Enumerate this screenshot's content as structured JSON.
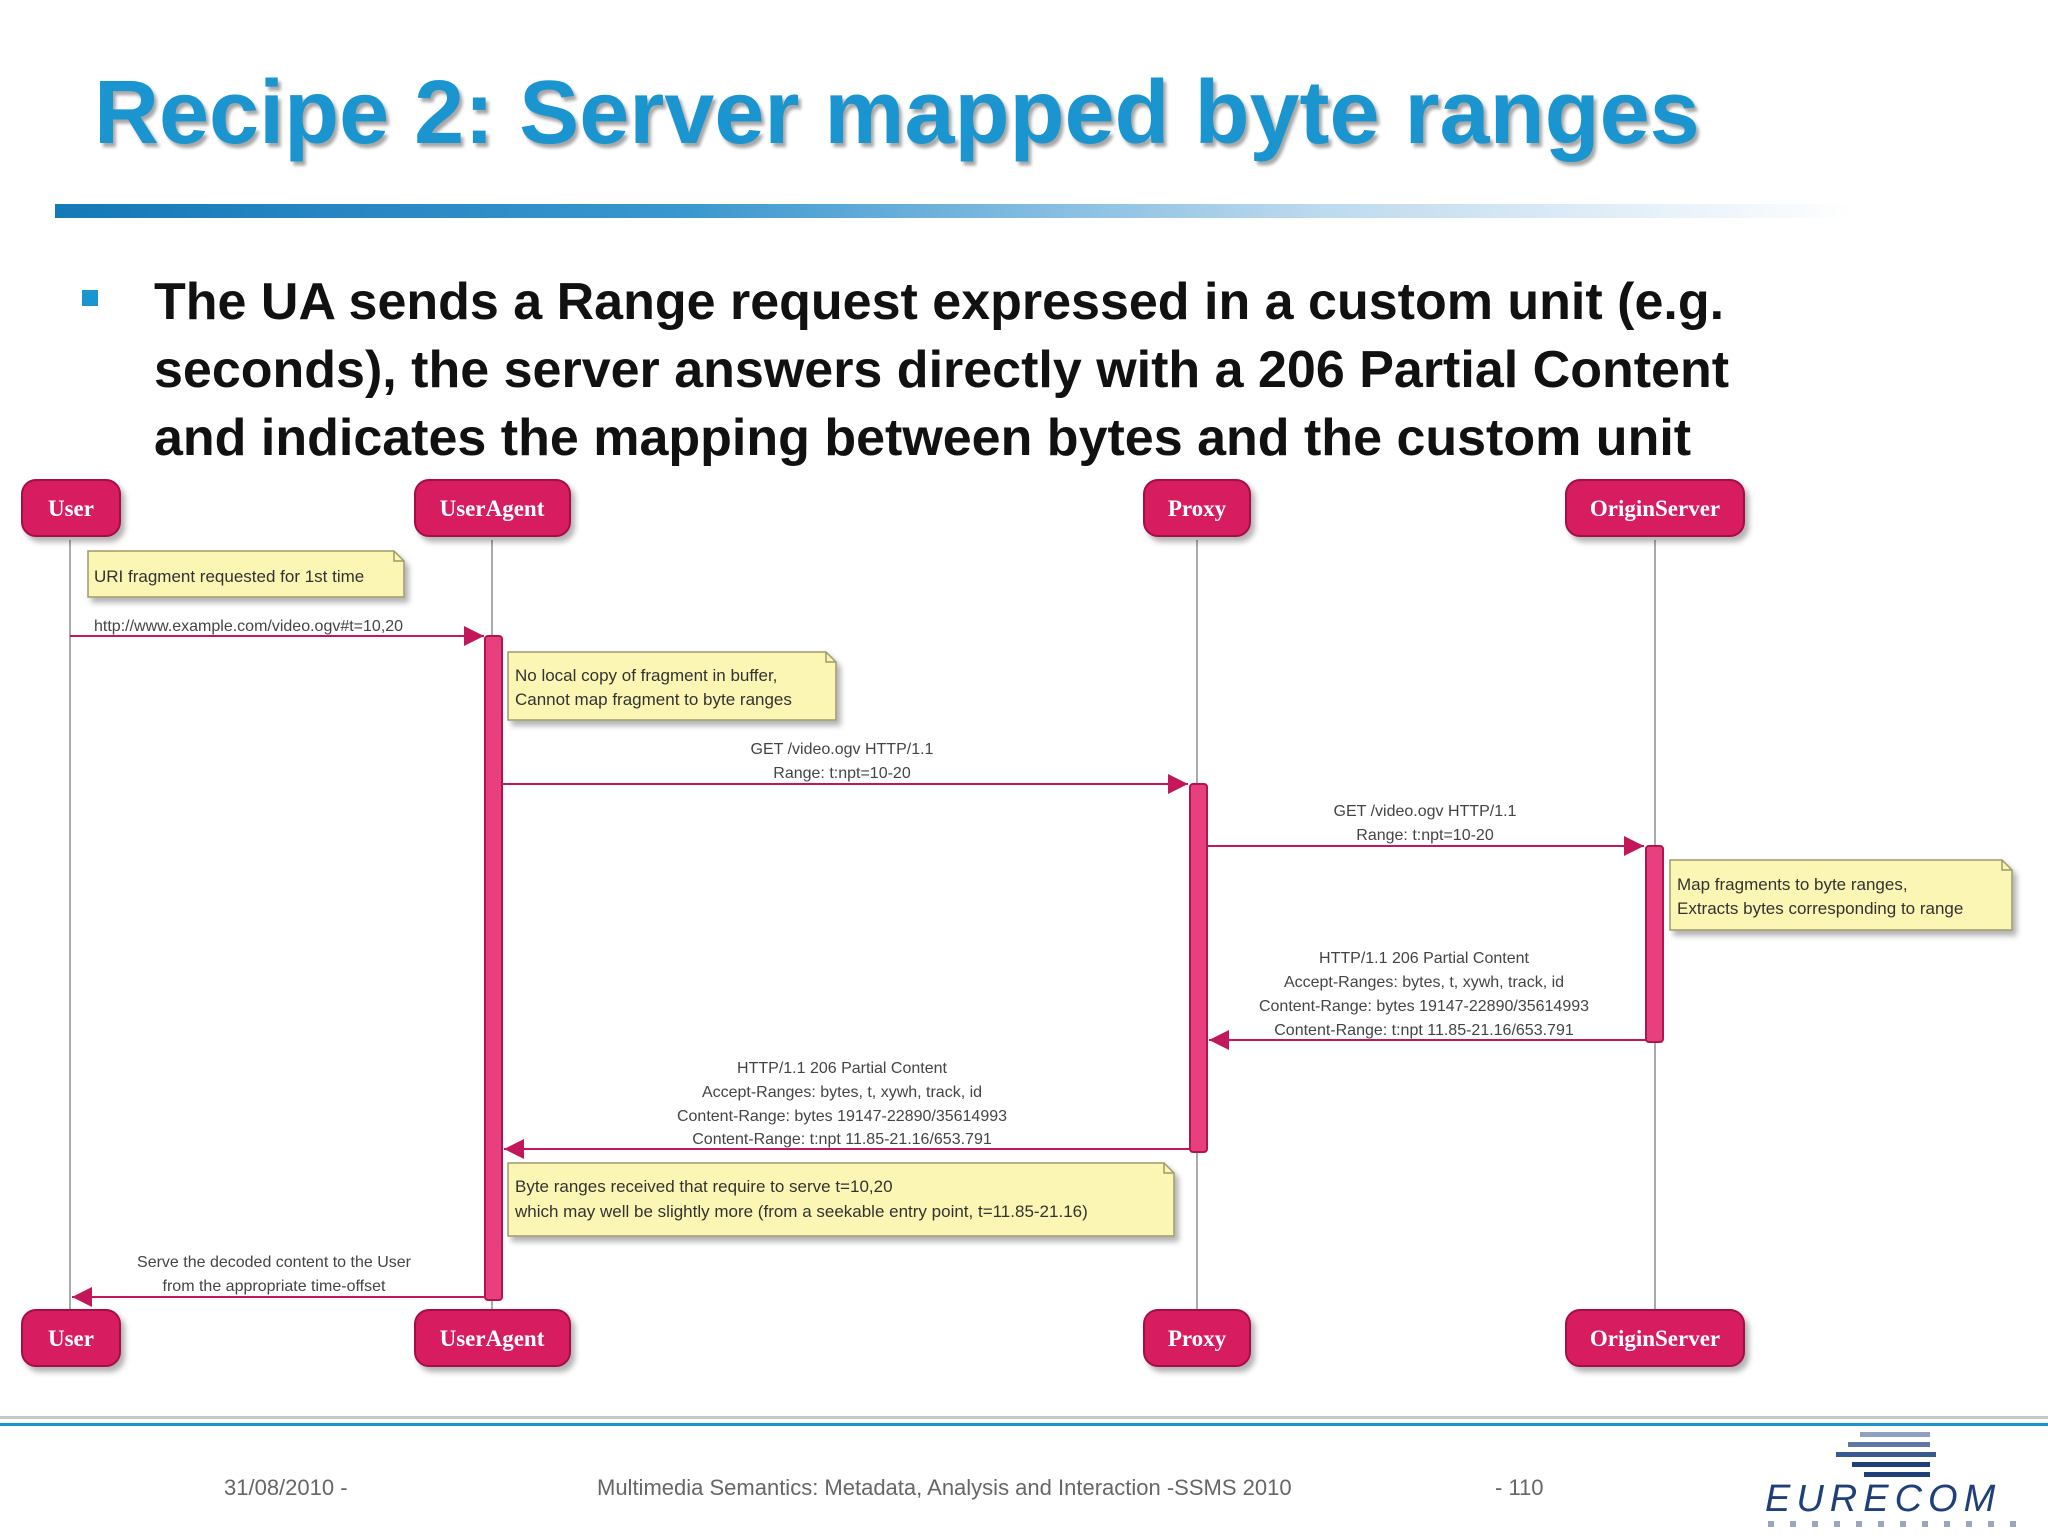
{
  "slide": {
    "title": "Recipe 2: Server mapped byte ranges",
    "bullet_lines": [
      "The UA sends a Range request expressed in a custom unit (e.g.",
      "seconds), the server answers directly with a 206 Partial Content",
      "and indicates the mapping between bytes and the custom unit"
    ]
  },
  "diagram": {
    "participants": [
      "User",
      "UserAgent",
      "Proxy",
      "OriginServer"
    ],
    "notes": {
      "n1": [
        "URI fragment requested for 1st time"
      ],
      "n2": [
        "No local copy of fragment in buffer,",
        "Cannot map fragment to byte ranges"
      ],
      "n3": [
        "Map fragments to byte ranges,",
        "Extracts bytes corresponding to range"
      ],
      "n4": [
        "Byte ranges received that require to serve t=10,20",
        "which may well be slightly more (from a seekable entry point, t=11.85-21.16)"
      ]
    },
    "messages": {
      "m1": [
        "http://www.example.com/video.ogv#t=10,20"
      ],
      "m2": [
        "GET /video.ogv HTTP/1.1",
        "Range: t:npt=10-20"
      ],
      "m3": [
        "GET /video.ogv HTTP/1.1",
        "Range: t:npt=10-20"
      ],
      "m4": [
        "HTTP/1.1 206 Partial Content",
        "Accept-Ranges: bytes, t, xywh, track, id",
        "Content-Range: bytes 19147-22890/35614993",
        "Content-Range: t:npt 11.85-21.16/653.791"
      ],
      "m5": [
        "HTTP/1.1 206 Partial Content",
        "Accept-Ranges: bytes, t, xywh, track, id",
        "Content-Range: bytes 19147-22890/35614993",
        "Content-Range: t:npt 11.85-21.16/653.791"
      ],
      "m6": [
        "Serve the decoded content to the User",
        "from the appropriate time-offset"
      ]
    }
  },
  "footer": {
    "date": "31/08/2010 -",
    "course": "Multimedia Semantics: Metadata, Analysis and Interaction -SSMS 2010",
    "page": "- 110",
    "logo_text": "EURECOM"
  },
  "colors": {
    "title": "#1a95cf",
    "participant": "#d81b60",
    "note": "#fbf6b4",
    "arrow": "#c2185b"
  }
}
